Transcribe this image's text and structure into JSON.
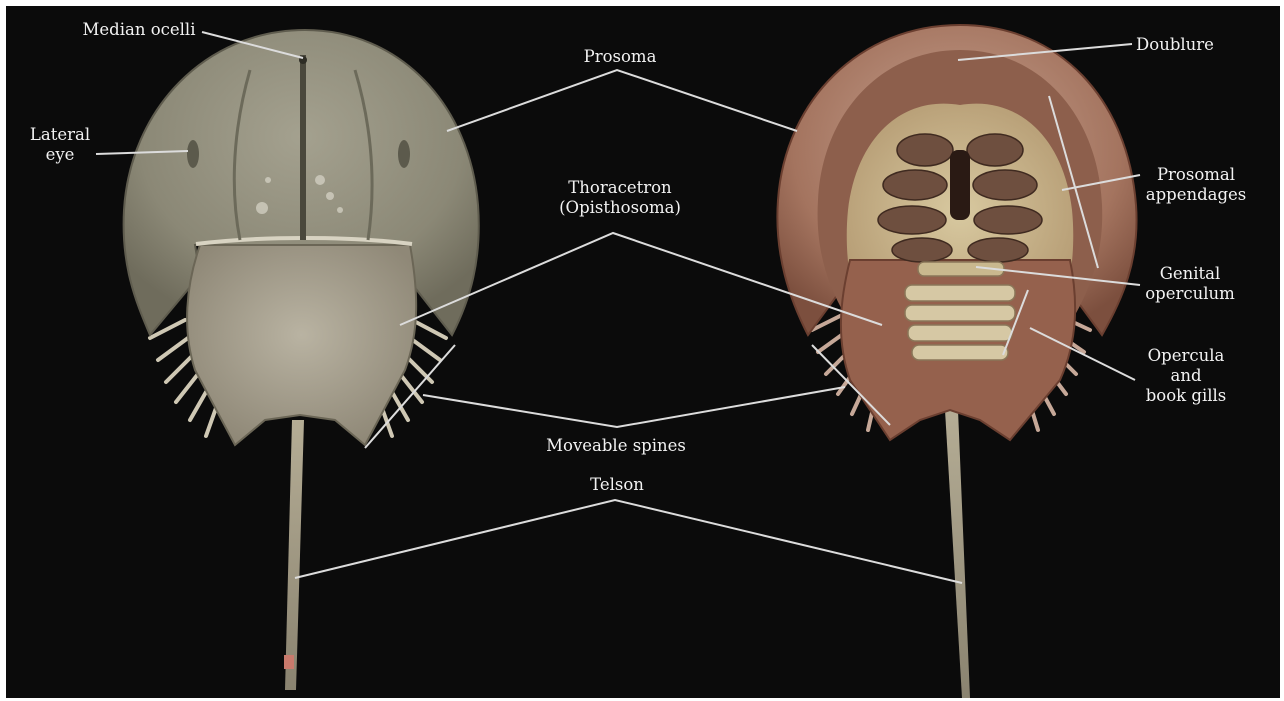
{
  "colors": {
    "background": "#0b0b0b",
    "label_text": "#f2f2f2",
    "leader_line": "#dcdcdc",
    "dorsal_shell": "#8d8a78",
    "ventral_shell": "#a47662"
  },
  "labels": {
    "median_ocelli": "Median ocelli",
    "lateral_eye_line1": "Lateral",
    "lateral_eye_line2": "eye",
    "prosoma": "Prosoma",
    "thoracetron_line1": "Thoracetron",
    "thoracetron_line2": "(Opisthosoma)",
    "moveable_spines": "Moveable spines",
    "telson": "Telson",
    "doublure": "Doublure",
    "prosomal_appendages_line1": "Prosomal",
    "prosomal_appendages_line2": "appendages",
    "genital_operculum_line1": "Genital",
    "genital_operculum_line2": "operculum",
    "opercula_line1": "Opercula",
    "opercula_line2": "and",
    "opercula_line3": "book gills"
  }
}
